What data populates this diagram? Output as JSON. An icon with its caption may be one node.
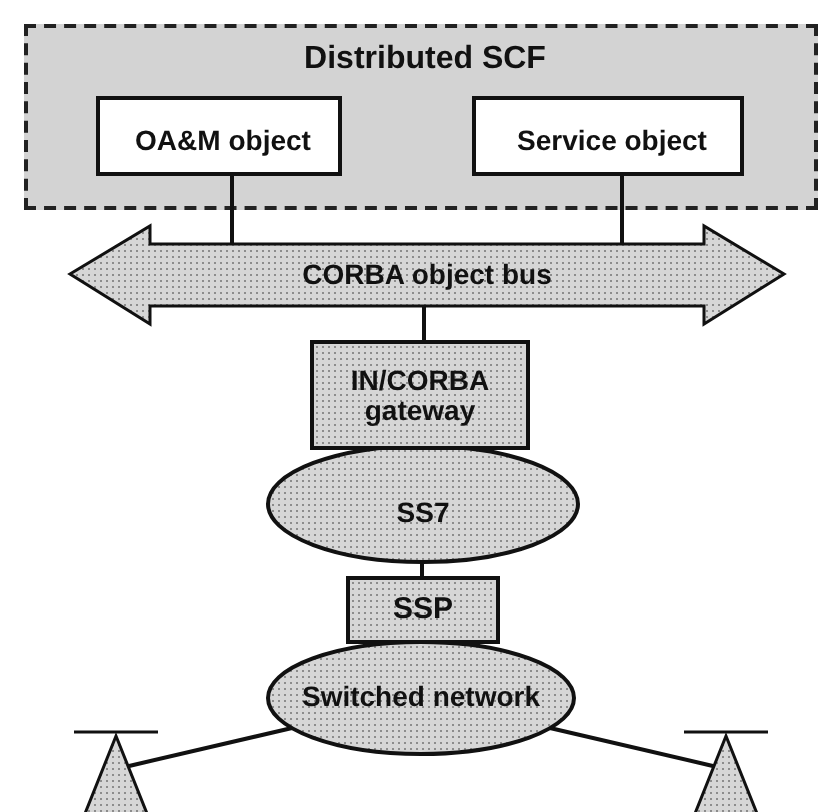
{
  "diagram": {
    "nodes": [
      {
        "text": [
          "Distributed SCF"
        ]
      },
      {
        "text": [
          "OA&M object"
        ],
        "in": 0
      },
      {
        "text": [
          "Service object"
        ],
        "in": 0
      },
      {
        "text": [
          "CORBA object bus"
        ]
      },
      {
        "text": [
          "IN/CORBA gateway"
        ]
      },
      {
        "text": [
          "SS7"
        ]
      },
      {
        "text": [
          "SSP"
        ]
      },
      {
        "text": [
          "Switched network"
        ]
      },
      {
        "text": [],
        "shape": "triangle"
      },
      {
        "text": [],
        "shape": "triangle"
      }
    ],
    "edges": [
      {
        "from": 1,
        "to": 3,
        "arrow": "none"
      },
      {
        "from": 2,
        "to": 3,
        "arrow": "none"
      },
      {
        "from": 3,
        "to": 4,
        "arrow": "none"
      },
      {
        "from": 5,
        "to": 6,
        "arrow": "none"
      },
      {
        "from": 7,
        "to": 8,
        "arrow": "none"
      },
      {
        "from": 7,
        "to": 9,
        "arrow": "none"
      }
    ]
  }
}
